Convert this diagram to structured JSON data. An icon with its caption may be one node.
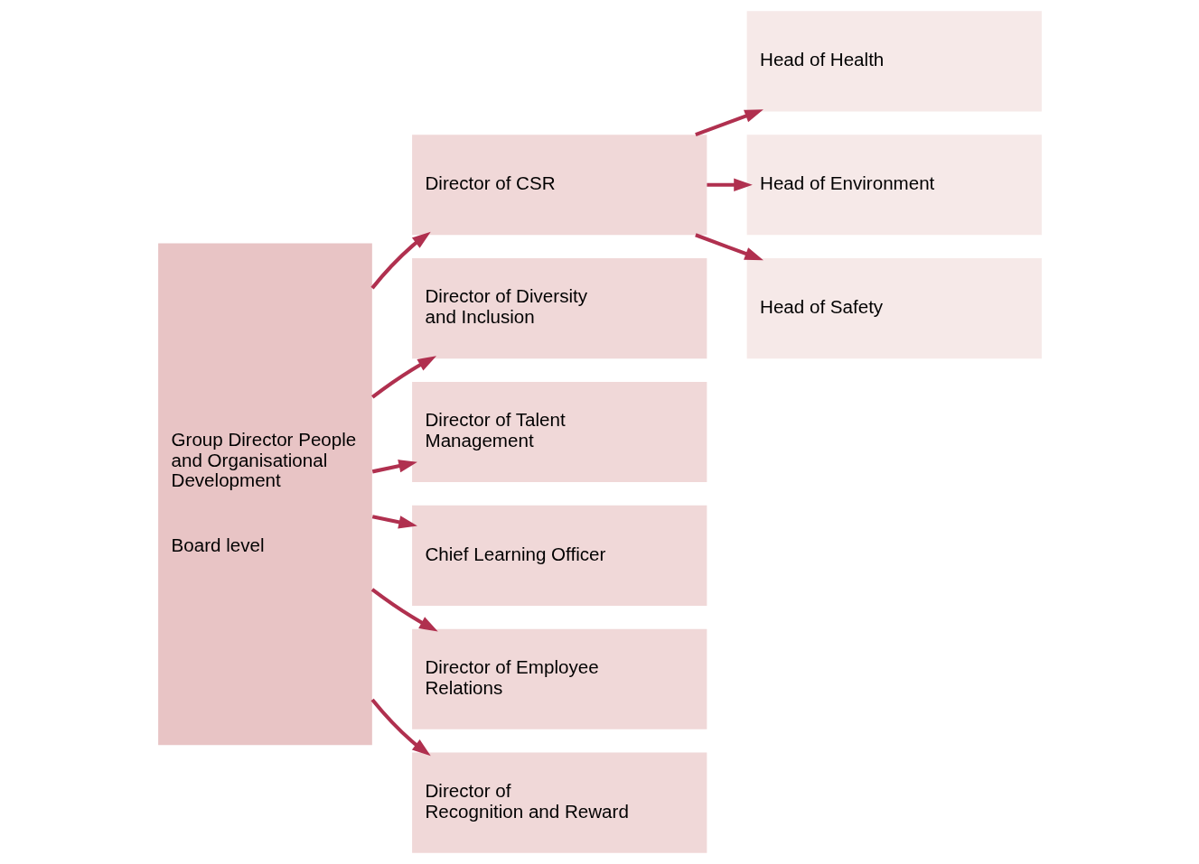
{
  "diagram": {
    "nodes": [
      {
        "text": [
          "Group Director People and Organisational Development",
          "Board level"
        ]
      },
      {
        "text": [
          "Director of CSR"
        ]
      },
      {
        "text": [
          "Director of Diversity and Inclusion"
        ]
      },
      {
        "text": [
          "Director of Talent Management"
        ]
      },
      {
        "text": [
          "Chief Learning Officer"
        ]
      },
      {
        "text": [
          "Director of Employee Relations"
        ]
      },
      {
        "text": [
          "Director of Recognition and Reward"
        ]
      },
      {
        "text": [
          "Head of Health"
        ]
      },
      {
        "text": [
          "Head of Environment"
        ]
      },
      {
        "text": [
          "Head of Safety"
        ]
      }
    ],
    "edges": [
      {
        "from": 0,
        "to": 1,
        "arrow": "to"
      },
      {
        "from": 0,
        "to": 2,
        "arrow": "to"
      },
      {
        "from": 0,
        "to": 3,
        "arrow": "to"
      },
      {
        "from": 0,
        "to": 4,
        "arrow": "to"
      },
      {
        "from": 0,
        "to": 5,
        "arrow": "to"
      },
      {
        "from": 0,
        "to": 6,
        "arrow": "to"
      },
      {
        "from": 1,
        "to": 7,
        "arrow": "to"
      },
      {
        "from": 1,
        "to": 8,
        "arrow": "to"
      },
      {
        "from": 1,
        "to": 9,
        "arrow": "to"
      }
    ]
  }
}
